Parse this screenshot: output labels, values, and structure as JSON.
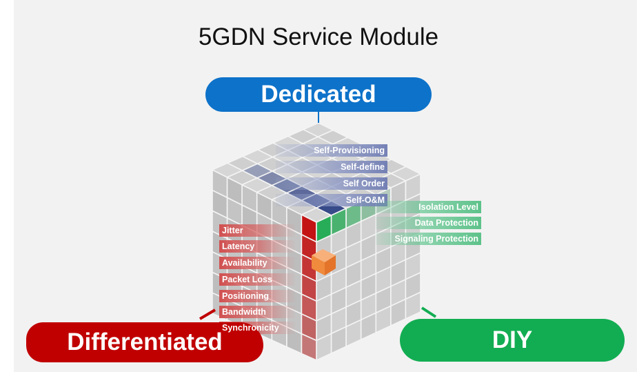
{
  "title": "5GDN Service Module",
  "axes": {
    "top": "Dedicated",
    "left": "Differentiated",
    "right": "DIY"
  },
  "colors": {
    "dedicated": "#0d72c9",
    "differentiated": "#c00000",
    "diy": "#12ad52",
    "cube": "#c8c8c8",
    "highlight": "#f08a3c"
  },
  "labels": {
    "blue": [
      "Self-Provisioning",
      "Self-define",
      "Self Order",
      "Self-O&M"
    ],
    "green": [
      "Isolation Level",
      "Data Protection",
      "Signaling Protection"
    ],
    "red": [
      "Jitter",
      "Latency",
      "Availability",
      "Packet Loss",
      "Positioning",
      "Bandwidth",
      "Synchronicity"
    ]
  }
}
